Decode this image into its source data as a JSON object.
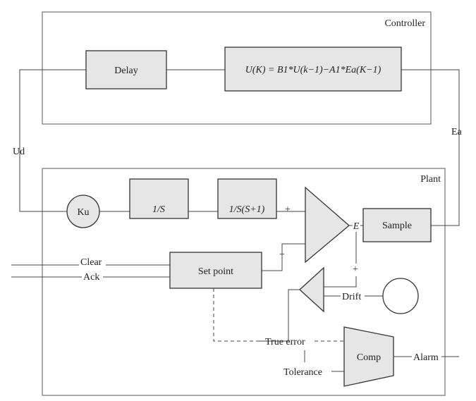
{
  "controller": {
    "title": "Controller",
    "delay": "Delay",
    "equation": "U(K) = B1*U(k−1)−A1*Ea(K−1)"
  },
  "plant": {
    "title": "Plant",
    "ku": "Ku",
    "integrator": "1/S",
    "transfer": "1/S(S+1)",
    "sample": "Sample",
    "setpoint": "Set point",
    "comp": "Comp"
  },
  "signals": {
    "ud": "Ud",
    "ea": "Ea",
    "e": "E",
    "clear": "Clear",
    "ack": "Ack",
    "drift": "Drift",
    "true_error": "True error",
    "tolerance": "Tolerance",
    "alarm": "Alarm"
  },
  "signs": {
    "plus_top": "+",
    "minus": "−",
    "plus_bottom": "+"
  }
}
